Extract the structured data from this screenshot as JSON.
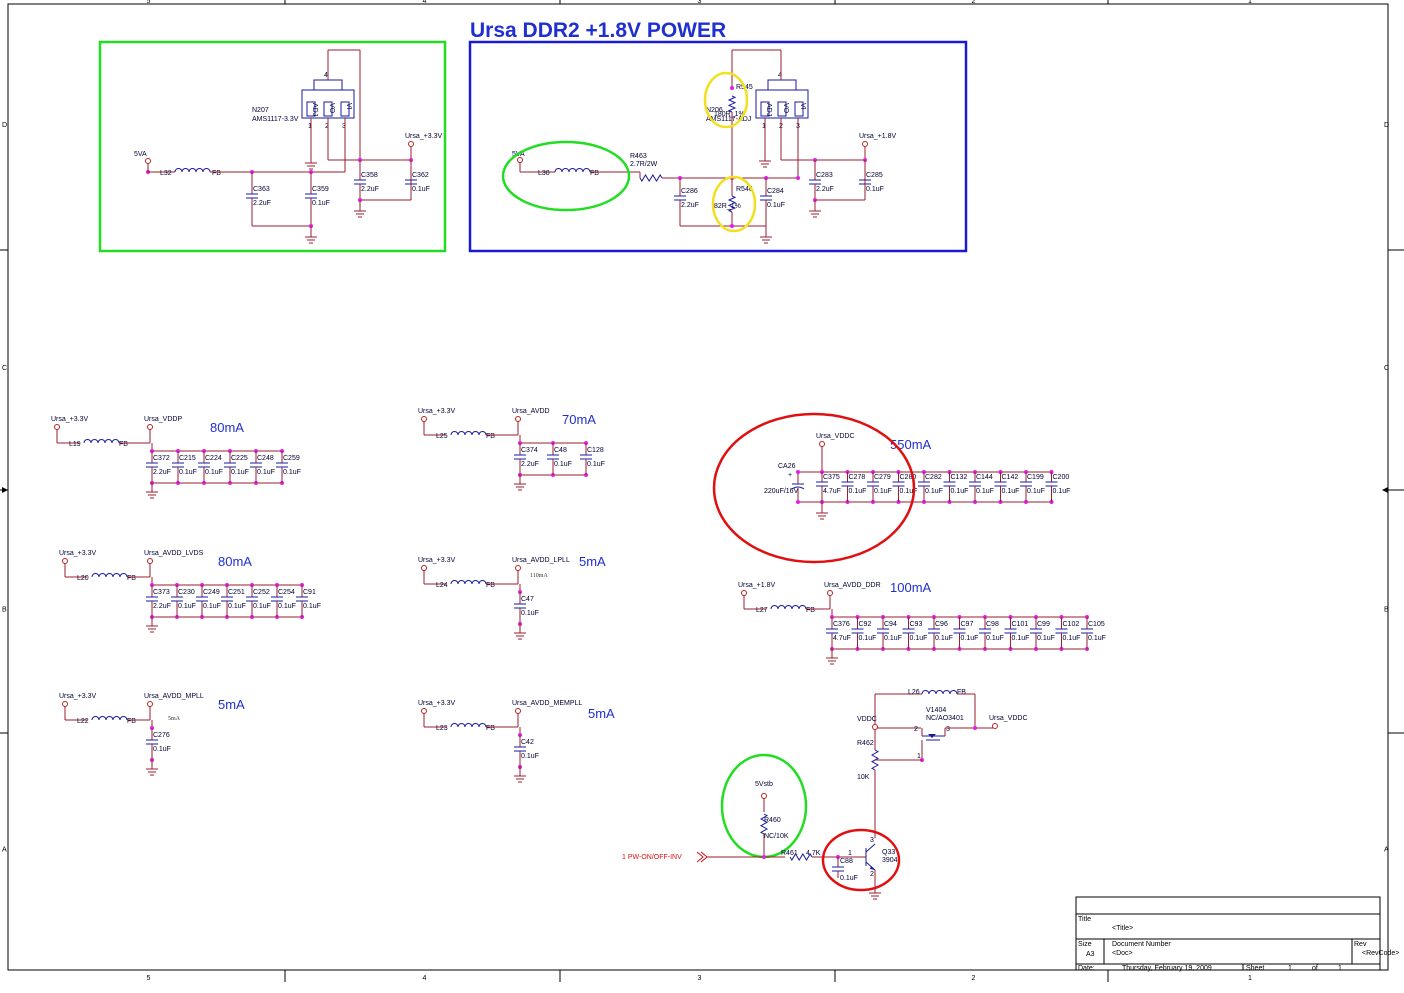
{
  "title": "Ursa DDR2 +1.8V POWER",
  "border": {
    "cols": [
      "5",
      "4",
      "3",
      "2",
      "1"
    ],
    "rows": [
      "D",
      "C",
      "B",
      "A"
    ]
  },
  "section_top_left": {
    "reg_ref": "N207",
    "reg_val": "AMS1117-3.3V",
    "pins": [
      "1",
      "2",
      "3",
      "4"
    ],
    "pin_names": [
      "ADJ",
      "VO",
      "VI"
    ],
    "in_net": "5VA",
    "ind": "L32",
    "ind_val": "FB",
    "out_net": "Ursa_+3.3V",
    "caps": [
      {
        "ref": "C363",
        "val": "2.2uF"
      },
      {
        "ref": "C359",
        "val": "0.1uF"
      },
      {
        "ref": "C358",
        "val": "2.2uF"
      },
      {
        "ref": "C362",
        "val": "0.1uF"
      }
    ]
  },
  "section_top_right": {
    "reg_ref": "N206",
    "reg_val": "AMS1117-ADJ",
    "pins": [
      "1",
      "2",
      "3",
      "4"
    ],
    "pin_names": [
      "ADJ",
      "VO",
      "VI"
    ],
    "in_net": "5VA",
    "ind": "L30",
    "ind_val": "FB",
    "res": {
      "ref": "R463",
      "val": "2.7R/2W"
    },
    "r545": {
      "ref": "R545",
      "val": "180R_1%"
    },
    "r546": {
      "ref": "R546",
      "val": "82R_1%"
    },
    "out_net": "Ursa_+1.8V",
    "caps": [
      {
        "ref": "C286",
        "val": "2.2uF"
      },
      {
        "ref": "C284",
        "val": "0.1uF"
      },
      {
        "ref": "C283",
        "val": "2.2uF"
      },
      {
        "ref": "C285",
        "val": "0.1uF"
      }
    ]
  },
  "vddp": {
    "src": "Ursa_+3.3V",
    "net": "Ursa_VDDP",
    "ind": "L19",
    "ind_val": "FB",
    "current": "80mA",
    "caps": [
      {
        "ref": "C372",
        "val": "2.2uF"
      },
      {
        "ref": "C215",
        "val": "0.1uF"
      },
      {
        "ref": "C224",
        "val": "0.1uF"
      },
      {
        "ref": "C225",
        "val": "0.1uF"
      },
      {
        "ref": "C248",
        "val": "0.1uF"
      },
      {
        "ref": "C259",
        "val": "0.1uF"
      }
    ]
  },
  "lvds": {
    "src": "Ursa_+3.3V",
    "net": "Ursa_AVDD_LVDS",
    "ind": "L20",
    "ind_val": "FB",
    "current": "80mA",
    "caps": [
      {
        "ref": "C373",
        "val": "2.2uF"
      },
      {
        "ref": "C230",
        "val": "0.1uF"
      },
      {
        "ref": "C249",
        "val": "0.1uF"
      },
      {
        "ref": "C251",
        "val": "0.1uF"
      },
      {
        "ref": "C252",
        "val": "0.1uF"
      },
      {
        "ref": "C254",
        "val": "0.1uF"
      },
      {
        "ref": "C91",
        "val": "0.1uF"
      }
    ]
  },
  "mpll": {
    "src": "Ursa_+3.3V",
    "net": "Ursa_AVDD_MPLL",
    "ind": "L22",
    "ind_val": "FB",
    "current": "5mA",
    "note": "5mA",
    "caps": [
      {
        "ref": "C276",
        "val": "0.1uF"
      }
    ]
  },
  "avdd": {
    "src": "Ursa_+3.3V",
    "net": "Ursa_AVDD",
    "ind": "L25",
    "ind_val": "FB",
    "current": "70mA",
    "caps": [
      {
        "ref": "C374",
        "val": "2.2uF"
      },
      {
        "ref": "C48",
        "val": "0.1uF"
      },
      {
        "ref": "C128",
        "val": "0.1uF"
      }
    ]
  },
  "lpll": {
    "src": "Ursa_+3.3V",
    "net": "Ursa_AVDD_LPLL",
    "ind": "L24",
    "ind_val": "FB",
    "current": "5mA",
    "note": "110mA",
    "caps": [
      {
        "ref": "C47",
        "val": "0.1uF"
      }
    ]
  },
  "mempll": {
    "src": "Ursa_+3.3V",
    "net": "Ursa_AVDD_MEMPLL",
    "ind": "L23",
    "ind_val": "FB",
    "current": "5mA",
    "caps": [
      {
        "ref": "C42",
        "val": "0.1uF"
      }
    ]
  },
  "vddc": {
    "net": "Ursa_VDDC",
    "current": "550mA",
    "bulk": {
      "ref": "CA26",
      "val": "220uF/16V"
    },
    "caps": [
      {
        "ref": "C375",
        "val": "4.7uF"
      },
      {
        "ref": "C278",
        "val": "0.1uF"
      },
      {
        "ref": "C279",
        "val": "0.1uF"
      },
      {
        "ref": "C280",
        "val": "0.1uF"
      },
      {
        "ref": "C282",
        "val": "0.1uF"
      },
      {
        "ref": "C132",
        "val": "0.1uF"
      },
      {
        "ref": "C144",
        "val": "0.1uF"
      },
      {
        "ref": "C142",
        "val": "0.1uF"
      },
      {
        "ref": "C199",
        "val": "0.1uF"
      },
      {
        "ref": "C200",
        "val": "0.1uF"
      }
    ]
  },
  "ddr": {
    "src": "Ursa_+1.8V",
    "net": "Ursa_AVDD_DDR",
    "ind": "L27",
    "ind_val": "FB",
    "current": "100mA",
    "caps": [
      {
        "ref": "C376",
        "val": "4.7uF"
      },
      {
        "ref": "C92",
        "val": "0.1uF"
      },
      {
        "ref": "C94",
        "val": "0.1uF"
      },
      {
        "ref": "C93",
        "val": "0.1uF"
      },
      {
        "ref": "C96",
        "val": "0.1uF"
      },
      {
        "ref": "C97",
        "val": "0.1uF"
      },
      {
        "ref": "C98",
        "val": "0.1uF"
      },
      {
        "ref": "C101",
        "val": "0.1uF"
      },
      {
        "ref": "C99",
        "val": "0.1uF"
      },
      {
        "ref": "C102",
        "val": "0.1uF"
      },
      {
        "ref": "C105",
        "val": "0.1uF"
      }
    ]
  },
  "switch": {
    "ind": "L26",
    "ind_val": "FB",
    "vddc_in": "VDDC",
    "vddc_out": "Ursa_VDDC",
    "fet_ref": "V1404",
    "fet_val": "NC/AO3401",
    "r462": {
      "ref": "R462",
      "val": "10K"
    },
    "stb": "5Vstb",
    "r460": {
      "ref": "R460",
      "val": "NC/10K"
    },
    "r461": {
      "ref": "R461",
      "val": "4.7K"
    },
    "c88": {
      "ref": "C88",
      "val": "0.1uF"
    },
    "q": {
      "ref": "Q33",
      "val": "3904"
    },
    "port": "PW-ON/OFF-INV",
    "port_pin": "1",
    "fet_pins": [
      "2",
      "3",
      "1"
    ],
    "q_pins": [
      "1",
      "2",
      "3"
    ]
  },
  "titleblock": {
    "title_lbl": "Title",
    "title": "<Title>",
    "size_lbl": "Size",
    "size": "A3",
    "docnum_lbl": "Document Number",
    "doc": "<Doc>",
    "rev_lbl": "Rev",
    "rev": "<RevCode>",
    "date_lbl": "Date:",
    "date": "Thursday, February 19, 2009",
    "sheet_lbl": "Sheet",
    "sheet": "1",
    "of_lbl": "of",
    "of": "1"
  },
  "colors": {
    "wire": "#9b1f2f",
    "component": "#1a1aa0",
    "node": "#e020e0",
    "title": "#1f2fd0",
    "highlight_green": "#22dd22",
    "highlight_blue": "#1a1ad0",
    "highlight_red": "#e01010",
    "highlight_yellow": "#f2e020"
  }
}
